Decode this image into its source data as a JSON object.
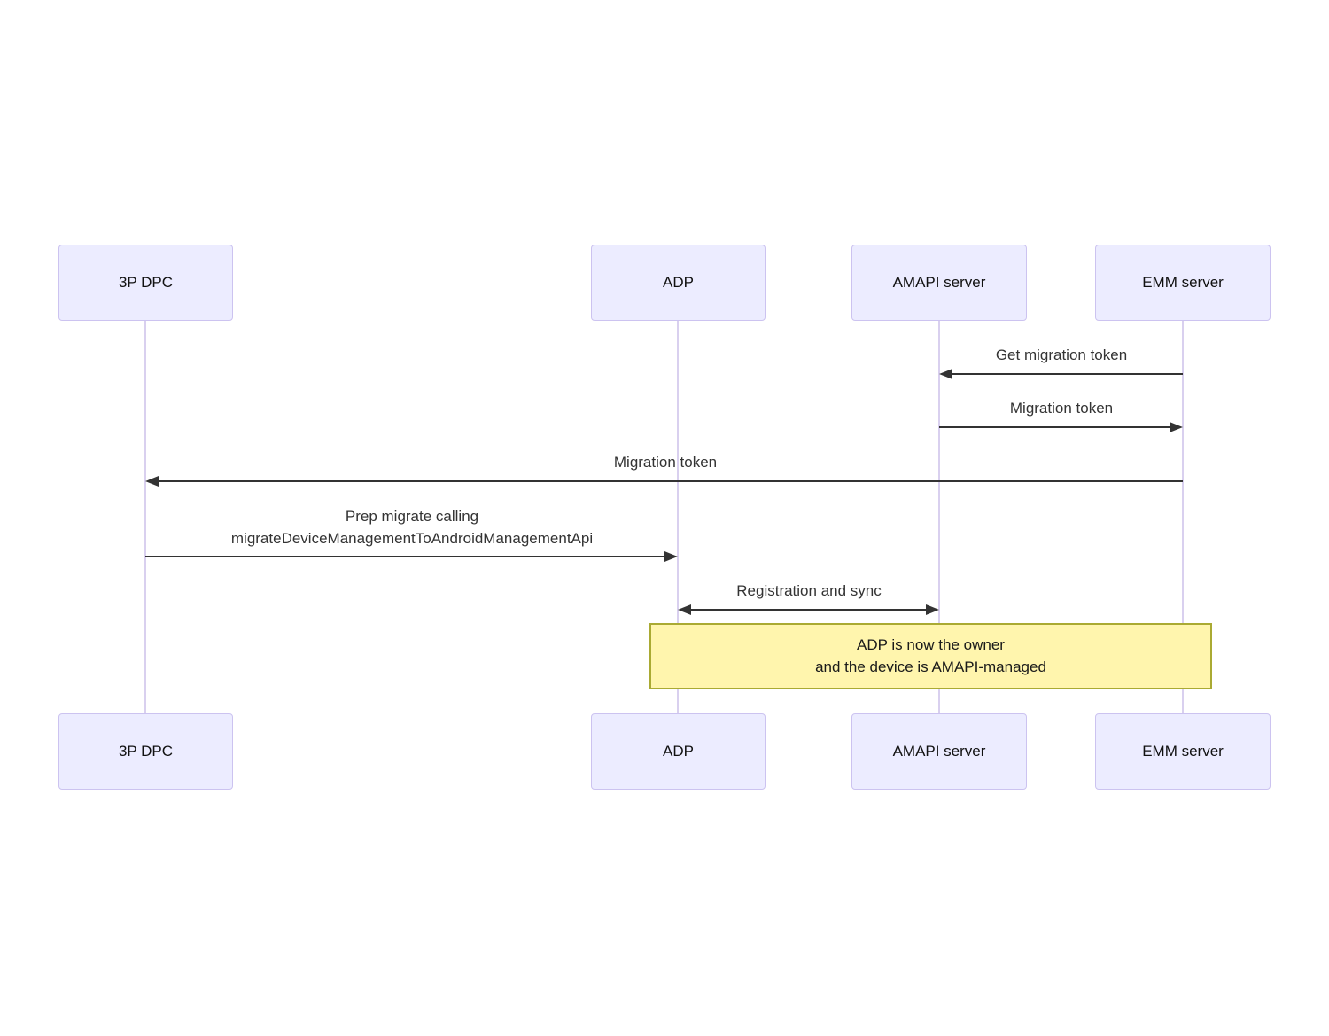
{
  "diagram_type": "sequence",
  "actors": [
    {
      "id": "3p-dpc",
      "label": "3P DPC"
    },
    {
      "id": "adp",
      "label": "ADP"
    },
    {
      "id": "amapi-server",
      "label": "AMAPI server"
    },
    {
      "id": "emm-server",
      "label": "EMM server"
    }
  ],
  "messages": [
    {
      "label": "Get migration token",
      "from": "EMM server",
      "to": "AMAPI server",
      "direction": "left"
    },
    {
      "label": "Migration token",
      "from": "AMAPI server",
      "to": "EMM server",
      "direction": "right"
    },
    {
      "label": "Migration token",
      "from": "EMM server",
      "to": "3P DPC",
      "direction": "left"
    },
    {
      "label_line1": "Prep migrate calling",
      "label_line2": "migrateDeviceManagementToAndroidManagementApi",
      "from": "3P DPC",
      "to": "ADP",
      "direction": "right"
    },
    {
      "label": "Registration and sync",
      "from": "ADP",
      "to": "AMAPI server",
      "direction": "both"
    }
  ],
  "note": {
    "line1": "ADP is now the owner",
    "line2": "and the device is AMAPI-managed",
    "spans": [
      "ADP",
      "AMAPI server",
      "EMM server"
    ]
  },
  "colors": {
    "actor_fill": "#ECECFF",
    "actor_border": "#ccc3f0",
    "lifeline": "#d9d0ef",
    "arrow": "#333333",
    "message_text": "#333333",
    "note_fill": "#FFF5AD",
    "note_border": "#AAAA33"
  }
}
